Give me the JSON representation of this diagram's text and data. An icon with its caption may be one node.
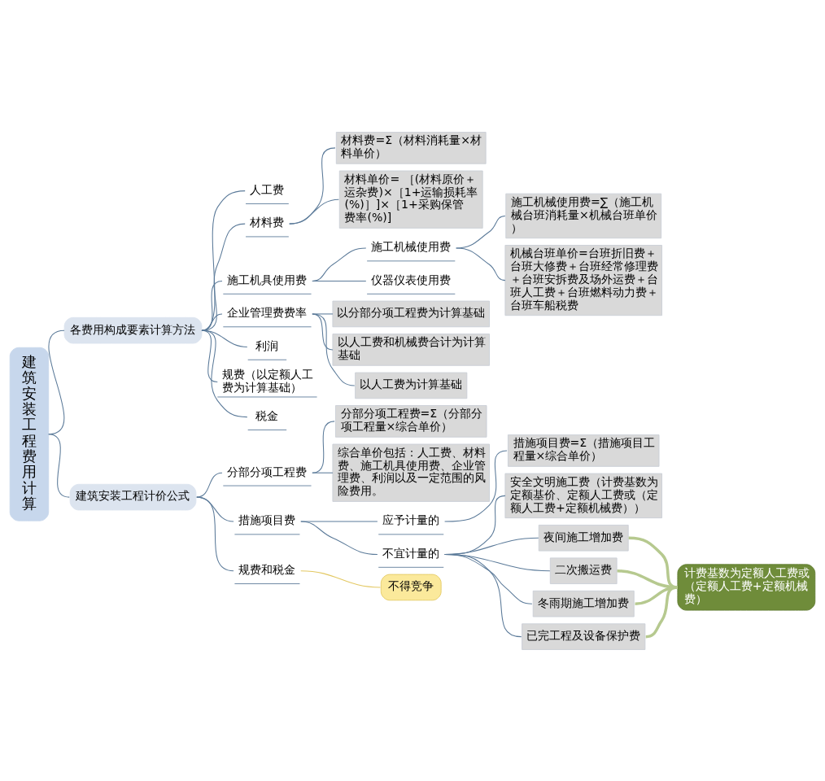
{
  "diagram": {
    "nodes": [
      {
        "text": [
          "建筑安装工程费用计算"
        ]
      },
      {
        "text": [
          "各费用构成要素计算方法"
        ]
      },
      {
        "text": [
          "人工费"
        ]
      },
      {
        "text": [
          "材料费"
        ]
      },
      {
        "text": [
          "材料费=Σ（材料消耗量×材料单价）"
        ]
      },
      {
        "text": [
          "材料单价= ［(材料原价＋运杂费)×［1+运输损耗率(%)］]×［1+采购保管费率(%)]"
        ]
      },
      {
        "text": [
          "施工机具使用费"
        ]
      },
      {
        "text": [
          "施工机械使用费"
        ]
      },
      {
        "text": [
          "施工机械使用费=∑（施工机械台班消耗量×机械台班单价）"
        ]
      },
      {
        "text": [
          "机械台班单价=台班折旧费＋台班大修费＋台班经常修理费＋台班安拆费及场外运费＋台班人工费＋台班燃料动力费＋台班车船税费"
        ]
      },
      {
        "text": [
          "仪器仪表使用费"
        ]
      },
      {
        "text": [
          "企业管理费费率"
        ]
      },
      {
        "text": [
          "以分部分项工程费为计算基础"
        ]
      },
      {
        "text": [
          "以人工费和机械费合计为计算基础"
        ]
      },
      {
        "text": [
          "以人工费为计算基础"
        ]
      },
      {
        "text": [
          "利润"
        ]
      },
      {
        "text": [
          "规费（以定额人工费为计算基础）"
        ]
      },
      {
        "text": [
          "税金"
        ]
      },
      {
        "text": [
          "建筑安装工程计价公式"
        ]
      },
      {
        "text": [
          "分部分项工程费"
        ]
      },
      {
        "text": [
          "分部分项工程费=Σ（分部分项工程量×综合单价）"
        ]
      },
      {
        "text": [
          "综合单价包括：人工费、材料费、施工机具使用费、企业管理费、利润以及一定范围的风险费用。"
        ]
      },
      {
        "text": [
          "措施项目费"
        ]
      },
      {
        "text": [
          "应予计量的"
        ]
      },
      {
        "text": [
          "措施项目费=Σ（措施项目工程量×综合单价）"
        ]
      },
      {
        "text": [
          "不宜计量的"
        ]
      },
      {
        "text": [
          "安全文明施工费（计费基数为定额基价、定额人工费或（定额人工费+定额机械费））"
        ]
      },
      {
        "text": [
          "夜间施工增加费"
        ]
      },
      {
        "text": [
          "二次搬运费"
        ]
      },
      {
        "text": [
          "冬雨期施工增加费"
        ]
      },
      {
        "text": [
          "已完工程及设备保护费"
        ]
      },
      {
        "text": [
          "计费基数为定额人工费或（定额人工费+定额机械费）"
        ]
      },
      {
        "text": [
          "规费和税金"
        ]
      },
      {
        "text": [
          "不得竞争"
        ]
      }
    ],
    "edges": [
      {
        "from": 0,
        "to": 1,
        "arrow": "none"
      },
      {
        "from": 1,
        "to": 2,
        "arrow": "none"
      },
      {
        "from": 1,
        "to": 3,
        "arrow": "none"
      },
      {
        "from": 3,
        "to": 4,
        "arrow": "none"
      },
      {
        "from": 3,
        "to": 5,
        "arrow": "none"
      },
      {
        "from": 1,
        "to": 6,
        "arrow": "none"
      },
      {
        "from": 6,
        "to": 7,
        "arrow": "none"
      },
      {
        "from": 7,
        "to": 8,
        "arrow": "none"
      },
      {
        "from": 7,
        "to": 9,
        "arrow": "none"
      },
      {
        "from": 6,
        "to": 10,
        "arrow": "none"
      },
      {
        "from": 1,
        "to": 11,
        "arrow": "none"
      },
      {
        "from": 11,
        "to": 12,
        "arrow": "none"
      },
      {
        "from": 11,
        "to": 13,
        "arrow": "none"
      },
      {
        "from": 11,
        "to": 14,
        "arrow": "none"
      },
      {
        "from": 1,
        "to": 15,
        "arrow": "none"
      },
      {
        "from": 1,
        "to": 16,
        "arrow": "none"
      },
      {
        "from": 1,
        "to": 17,
        "arrow": "none"
      },
      {
        "from": 0,
        "to": 18,
        "arrow": "none"
      },
      {
        "from": 18,
        "to": 19,
        "arrow": "none"
      },
      {
        "from": 19,
        "to": 20,
        "arrow": "none"
      },
      {
        "from": 19,
        "to": 21,
        "arrow": "none"
      },
      {
        "from": 18,
        "to": 22,
        "arrow": "none"
      },
      {
        "from": 22,
        "to": 23,
        "arrow": "none"
      },
      {
        "from": 23,
        "to": 24,
        "arrow": "none"
      },
      {
        "from": 22,
        "to": 25,
        "arrow": "none"
      },
      {
        "from": 25,
        "to": 26,
        "arrow": "none"
      },
      {
        "from": 25,
        "to": 27,
        "arrow": "none"
      },
      {
        "from": 25,
        "to": 28,
        "arrow": "none"
      },
      {
        "from": 25,
        "to": 29,
        "arrow": "none"
      },
      {
        "from": 25,
        "to": 30,
        "arrow": "none"
      },
      {
        "from": 27,
        "to": 31,
        "arrow": "none",
        "style": "thick",
        "color": "#b6c98f"
      },
      {
        "from": 28,
        "to": 31,
        "arrow": "none",
        "style": "thick",
        "color": "#b6c98f"
      },
      {
        "from": 29,
        "to": 31,
        "arrow": "none",
        "style": "thick",
        "color": "#b6c98f"
      },
      {
        "from": 30,
        "to": 31,
        "arrow": "none",
        "style": "thick",
        "color": "#b6c98f"
      },
      {
        "from": 18,
        "to": 32,
        "arrow": "none"
      },
      {
        "from": 32,
        "to": 33,
        "arrow": "none",
        "color": "#e3c862"
      }
    ]
  }
}
